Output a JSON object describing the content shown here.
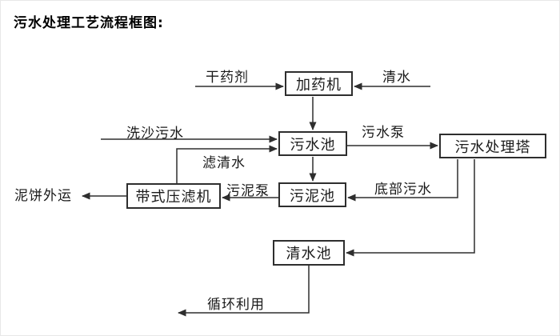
{
  "title": "污水处理工艺流程框图:",
  "diagram": {
    "type": "flowchart",
    "nodes": {
      "dosing_machine": {
        "label": "加药机"
      },
      "sewage_pool": {
        "label": "污水池"
      },
      "treatment_tower": {
        "label": "污水处理塔"
      },
      "sludge_pool": {
        "label": "污泥池"
      },
      "belt_filter_press": {
        "label": "带式压滤机"
      },
      "clear_water_pool": {
        "label": "清水池"
      }
    },
    "edge_labels": {
      "dry_chemical": "干药剂",
      "clear_water": "清水",
      "sand_washing_sewage": "洗沙污水",
      "filtered_water": "滤清水",
      "sewage_pump": "污水泵",
      "bottom_sewage": "底部污水",
      "sludge_pump": "污泥泵",
      "mud_cake_transport": "泥饼外运",
      "recycle_use": "循环利用"
    },
    "flows": [
      "干药剂 → 加药机",
      "清水 → 加药机",
      "加药机 → 污水池",
      "洗沙污水 → 污水池",
      "带式压滤机 → 滤清水 → 污水池",
      "污水池 → 污水泵 → 污水处理塔",
      "污水池 → 污泥池",
      "污水处理塔 → 底部污水 → 污泥池",
      "污水处理塔 → 清水池",
      "污泥池 → 污泥泵 → 带式压滤机",
      "带式压滤机 → 泥饼外运",
      "清水池 → 循环利用"
    ],
    "colors": {
      "line": "#2e2e2e",
      "text": "#1a1a1a",
      "background": "#ffffff"
    }
  }
}
